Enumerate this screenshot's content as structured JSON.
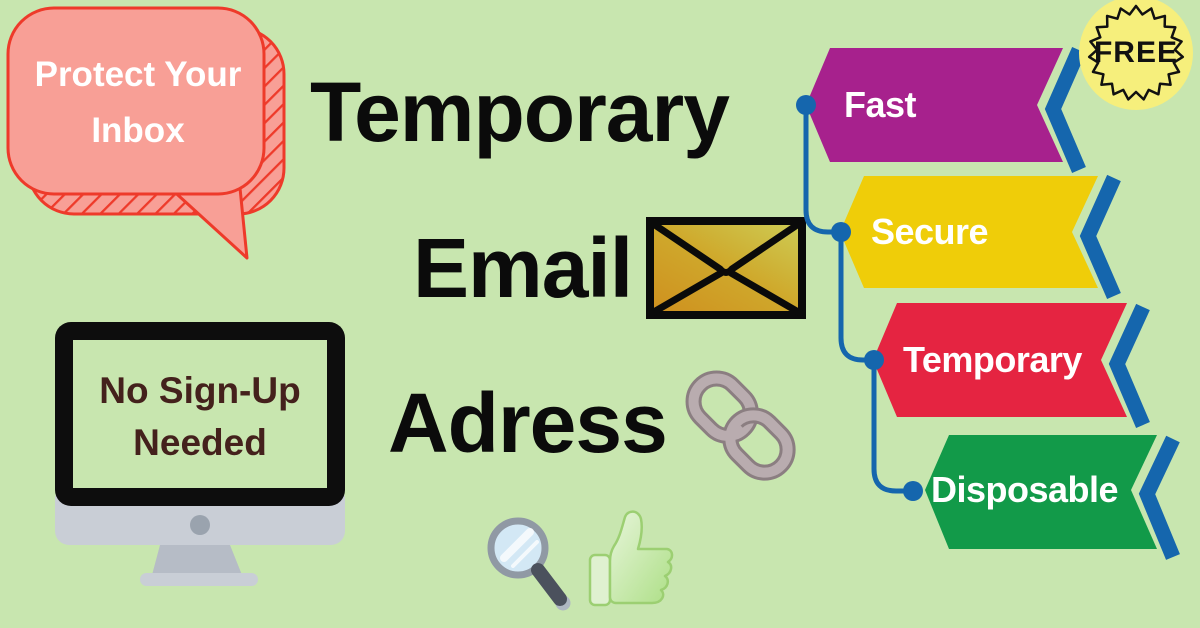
{
  "palette": {
    "background": "#c8e6af",
    "accent_blue": "#1566ad",
    "bubble_fill": "#f89f96",
    "bubble_stroke": "#ee3a2a",
    "badge_yellow": "#f6ef7c",
    "title_color": "#0b0b0b",
    "monitor_text_color": "#44211c",
    "feature_text_color": "#ffffff"
  },
  "speech_bubble": {
    "line1": "Protect Your",
    "line2": "Inbox"
  },
  "title": {
    "line1": "Temporary",
    "line2": "Email",
    "line3": "Adress"
  },
  "monitor": {
    "line1": "No Sign-Up",
    "line2": "Needed"
  },
  "badge": {
    "label": "FREE"
  },
  "features": [
    {
      "label": "Fast",
      "color": "#a7218d"
    },
    {
      "label": "Secure",
      "color": "#efcd09"
    },
    {
      "label": "Temporary",
      "color": "#e52441"
    },
    {
      "label": "Disposable",
      "color": "#129a49"
    }
  ],
  "icons": {
    "envelope": "envelope-icon",
    "link": "link-icon",
    "magnifier": "magnifier-icon",
    "thumbs_up": "thumbs-up-icon",
    "monitor": "desktop-monitor-illustration",
    "badge": "free-starburst-badge",
    "bubble": "speech-bubble"
  }
}
